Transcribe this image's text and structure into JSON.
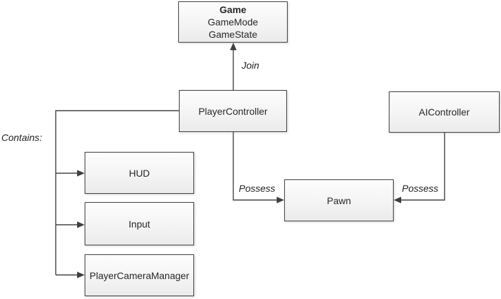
{
  "diagram": {
    "nodes": {
      "game": {
        "title": "Game",
        "sub1": "GameMode",
        "sub2": "GameState"
      },
      "player_controller": {
        "label": "PlayerController"
      },
      "ai_controller": {
        "label": "AIController"
      },
      "hud": {
        "label": "HUD"
      },
      "input": {
        "label": "Input"
      },
      "player_camera_manager": {
        "label": "PlayerCameraManager"
      },
      "pawn": {
        "label": "Pawn"
      }
    },
    "edges": {
      "join": {
        "label": "Join"
      },
      "possess_player": {
        "label": "Possess"
      },
      "possess_ai": {
        "label": "Possess"
      },
      "contains": {
        "label": "Contains:"
      }
    },
    "colors": {
      "line": "#404040",
      "box_border": "#3f3f3f",
      "box_fill_top": "#fdfdfd",
      "box_fill_bottom": "#ebebeb",
      "text": "#262626",
      "background": "#ffffff"
    }
  }
}
